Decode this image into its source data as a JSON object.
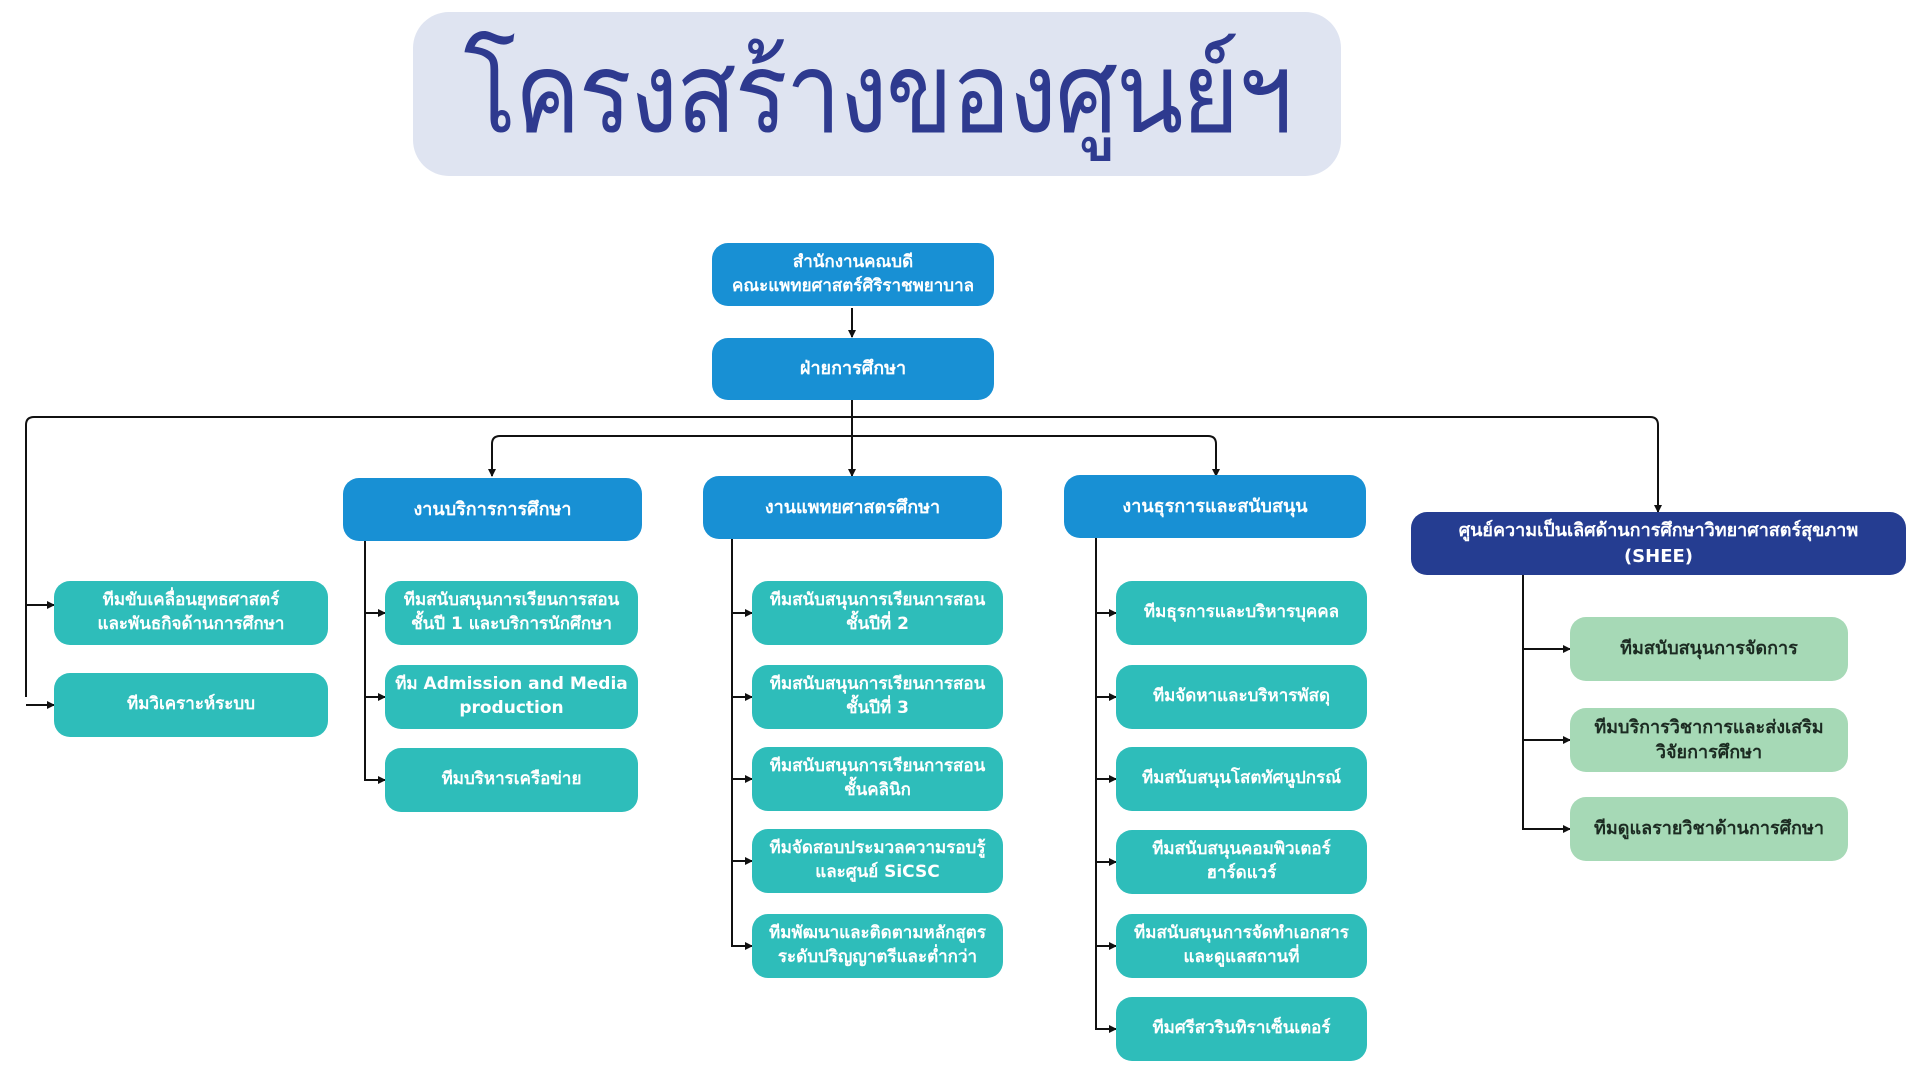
{
  "title": "โครงสร้างของศูนย์ฯ",
  "colors": {
    "title_banner": "#dfe4f1",
    "title_text": "#2e3a8f",
    "blue_box": "#1890d4",
    "navy_box": "#253d91",
    "teal_box": "#2ebdba",
    "green_box": "#a6d9b6",
    "connector": "#111111"
  },
  "root": {
    "dean_office": "สำนักงานคณบดี\nคณะแพทยศาสตร์ศิริราชพยาบาล",
    "education": "ฝ่ายการศึกษา"
  },
  "direct_teams": [
    "ทีมขับเคลื่อนยุทธศาสตร์\nและพันธกิจด้านการศึกษา",
    "ทีมวิเคราะห์ระบบ"
  ],
  "departments": {
    "education_services": {
      "label": "งานบริการการศึกษา",
      "teams": [
        "ทีมสนับสนุนการเรียนการสอน\nชั้นปี 1 และบริการนักศึกษา",
        "ทีม Admission and Media\nproduction",
        "ทีมบริหารเครือข่าย"
      ]
    },
    "medical_education": {
      "label": "งานแพทยศาสตรศึกษา",
      "teams": [
        "ทีมสนับสนุนการเรียนการสอน\nชั้นปีที่ 2",
        "ทีมสนับสนุนการเรียนการสอน\nชั้นปีที่ 3",
        "ทีมสนับสนุนการเรียนการสอน\nชั้นคลินิก",
        "ทีมจัดสอบประมวลความรอบรู้\nและศูนย์ SiCSC",
        "ทีมพัฒนาและติดตามหลักสูตร\nระดับปริญญาตรีและต่ำกว่า"
      ]
    },
    "administration": {
      "label": "งานธุรการและสนับสนุน",
      "teams": [
        "ทีมธุรการและบริหารบุคคล",
        "ทีมจัดหาและบริหารพัสดุ",
        "ทีมสนับสนุนโสตทัศนูปกรณ์",
        "ทีมสนับสนุนคอมพิวเตอร์\nฮาร์ดแวร์",
        "ทีมสนับสนุนการจัดทำเอกสาร\nและดูแลสถานที่",
        "ทีมศรีสวรินทิราเซ็นเตอร์"
      ]
    },
    "shee": {
      "label": "ศูนย์ความเป็นเลิศด้านการศึกษาวิทยาศาสตร์สุขภาพ\n(SHEE)",
      "teams": [
        "ทีมสนับสนุนการจัดการ",
        "ทีมบริการวิชาการและส่งเสริม\nวิจัยการศึกษา",
        "ทีมดูแลรายวิชาด้านการศึกษา"
      ]
    }
  }
}
